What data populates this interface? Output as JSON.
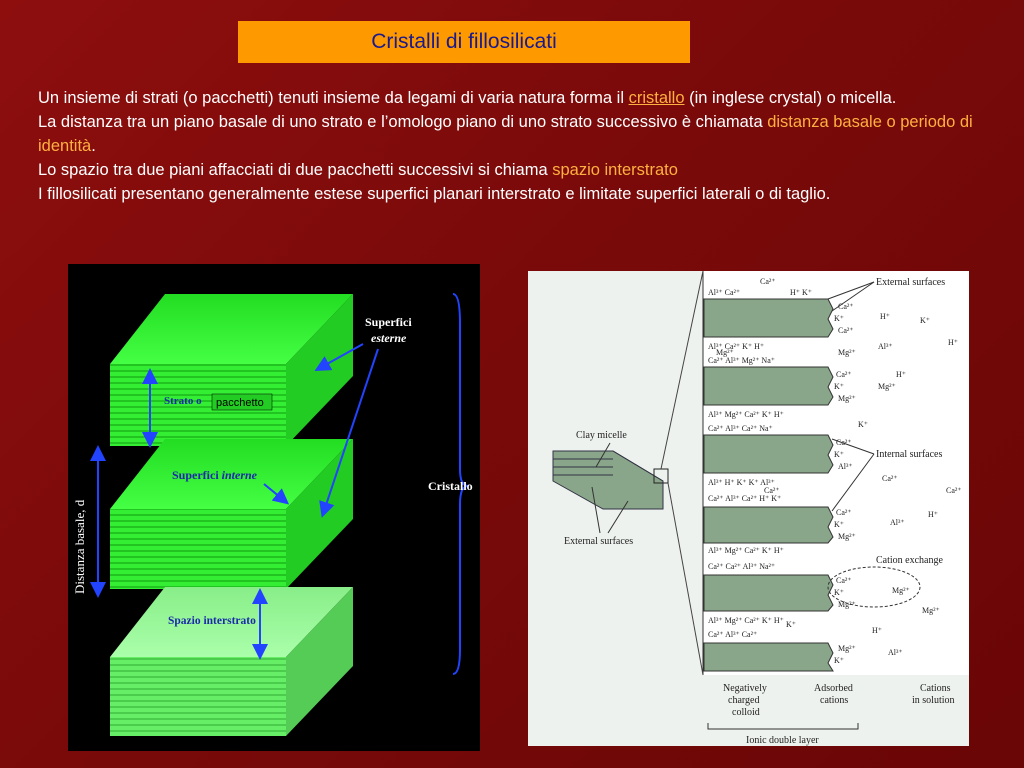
{
  "slide": {
    "title": "Cristalli di fillosilicati",
    "paragraphs": {
      "p1_a": "Un insieme di strati (o pacchetti) tenuti insieme da legami di varia natura  forma il ",
      "p1_link": "cristallo",
      "p1_b": " (in inglese crystal) o micella.",
      "p2_a": "La distanza tra un piano basale di uno strato e l’omologo piano di uno strato successivo è chiamata ",
      "p2_hl": "distanza basale o  periodo di identità",
      "p2_end": ".",
      "p3_a": "Lo spazio tra due piani affacciati di due pacchetti successivi si chiama ",
      "p3_hl": "spazio interstrato",
      "p4": "I fillosilicati presentano generalmente estese superfici planari interstrato e limitate superfici laterali o di taglio."
    }
  },
  "left_diagram": {
    "superfici_esterne_1": "Superfici",
    "superfici_esterne_2": "esterne",
    "strato_label": "Strato o",
    "pacchetto_label": "pacchetto",
    "superfici_interne_1": "Superfici ",
    "superfici_interne_2": "interne",
    "cristallo": "Cristallo",
    "distanza_basale": "Distanza basale, d",
    "spazio_interstrato": "Spazio interstrato"
  },
  "right_diagram": {
    "clay_micelle": "Clay micelle",
    "external_surfaces_left": "External surfaces",
    "external_surfaces_top": "External surfaces",
    "internal_surfaces": "Internal surfaces",
    "cation_exchange": "Cation exchange",
    "negatively_1": "Negatively",
    "negatively_2": "charged",
    "negatively_3": "colloid",
    "adsorbed_1": "Adsorbed",
    "adsorbed_2": "cations",
    "cations_1": "Cations",
    "cations_2": "in solution",
    "ionic_double_layer": "Ionic double layer"
  },
  "colors": {
    "background": "#7a0a0a",
    "title_box": "#ff9900",
    "title_text": "#1a1a8c",
    "highlight": "#ffb040",
    "layer_green": "#33ff33"
  }
}
